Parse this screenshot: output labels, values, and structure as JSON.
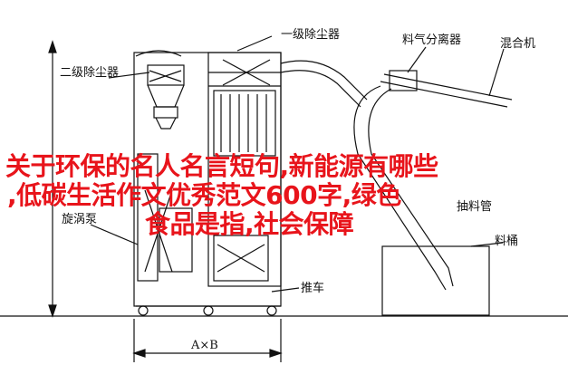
{
  "diagram": {
    "labels": {
      "primary_dust_collector": "一级除尘器",
      "secondary_dust_collector": "二级除尘器",
      "material_separator": "料气分离器",
      "mixer": "混合机",
      "vortex_pump": "旋涡泵",
      "suction_pipe": "抽料管",
      "cart": "推车",
      "bucket": "料桶",
      "dimension": "A×B"
    }
  },
  "overlay": {
    "line1": "关于环保的名人名言短句,新能源有哪些",
    "line2": ",低碳生活作文优秀范文600字,绿色",
    "line3": "食品是指,社会保障"
  }
}
